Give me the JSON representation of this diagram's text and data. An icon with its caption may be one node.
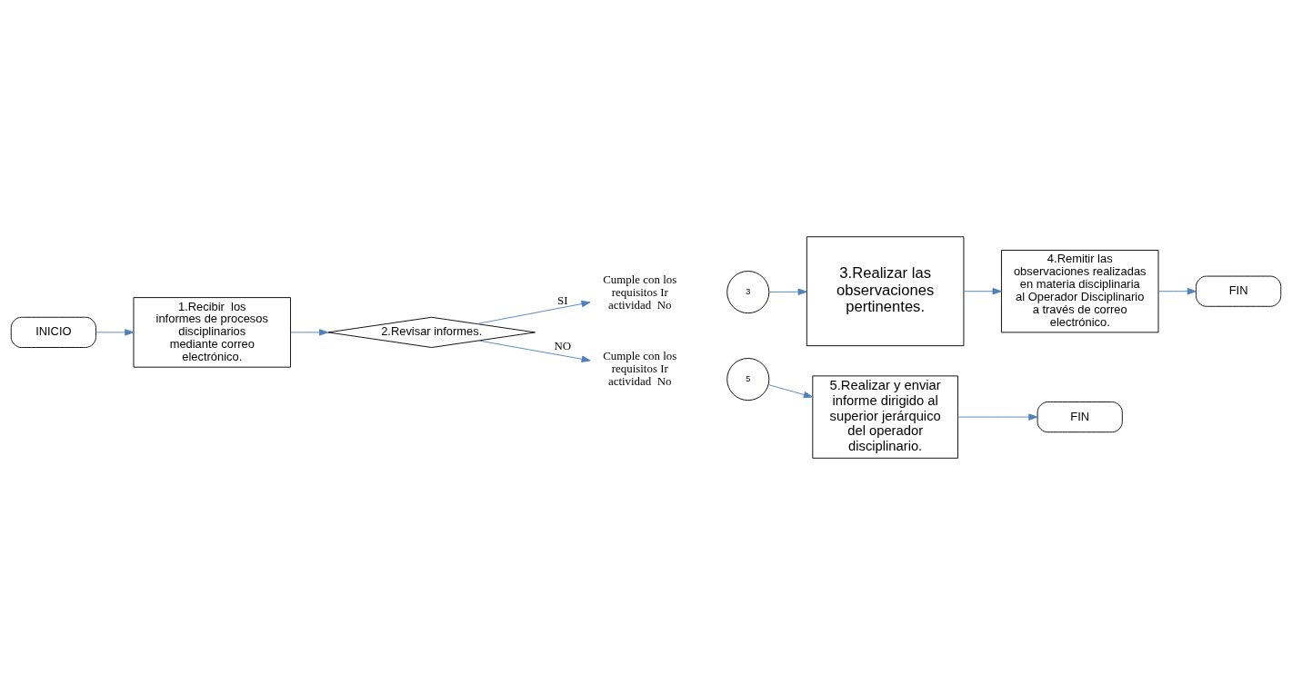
{
  "diagram": {
    "nodes": [
      {
        "text": [
          "INICIO"
        ]
      },
      {
        "text": [
          "1.Recibir  los informes de procesos disciplinarios mediante correo electrónico."
        ]
      },
      {
        "text": [
          "2.Revisar informes."
        ]
      },
      {
        "text": [
          "Cumple con los requisitos Ir actividad  No"
        ]
      },
      {
        "text": [
          "3"
        ]
      },
      {
        "text": [
          "3.Realizar las observaciones pertinentes."
        ]
      },
      {
        "text": [
          "Cumple con los requisitos Ir actividad  No"
        ]
      },
      {
        "text": [
          "5"
        ]
      },
      {
        "text": [
          "5.Realizar y enviar informe dirigido al superior jerárquico del operador disciplinario."
        ]
      },
      {
        "text": [
          "4.Remitir las observaciones realizadas en materia disciplinaria al Operador Disciplinario a través de correo electrónico."
        ]
      },
      {
        "text": [
          "FIN"
        ]
      },
      {
        "text": [
          "FIN"
        ]
      }
    ],
    "edges": [
      {
        "from": 0,
        "to": 1,
        "arrow": "to"
      },
      {
        "from": 1,
        "to": 2,
        "arrow": "to"
      },
      {
        "from": 2,
        "to": 3,
        "arrow": "to",
        "label": "SI"
      },
      {
        "from": 4,
        "to": 5,
        "arrow": "to"
      },
      {
        "from": 2,
        "to": 6,
        "arrow": "to",
        "label": "NO"
      },
      {
        "from": 7,
        "to": 8,
        "arrow": "to"
      },
      {
        "from": 5,
        "to": 9,
        "arrow": "to"
      },
      {
        "from": 8,
        "to": 10,
        "arrow": "to"
      },
      {
        "from": 9,
        "to": 11,
        "arrow": "to"
      }
    ]
  }
}
